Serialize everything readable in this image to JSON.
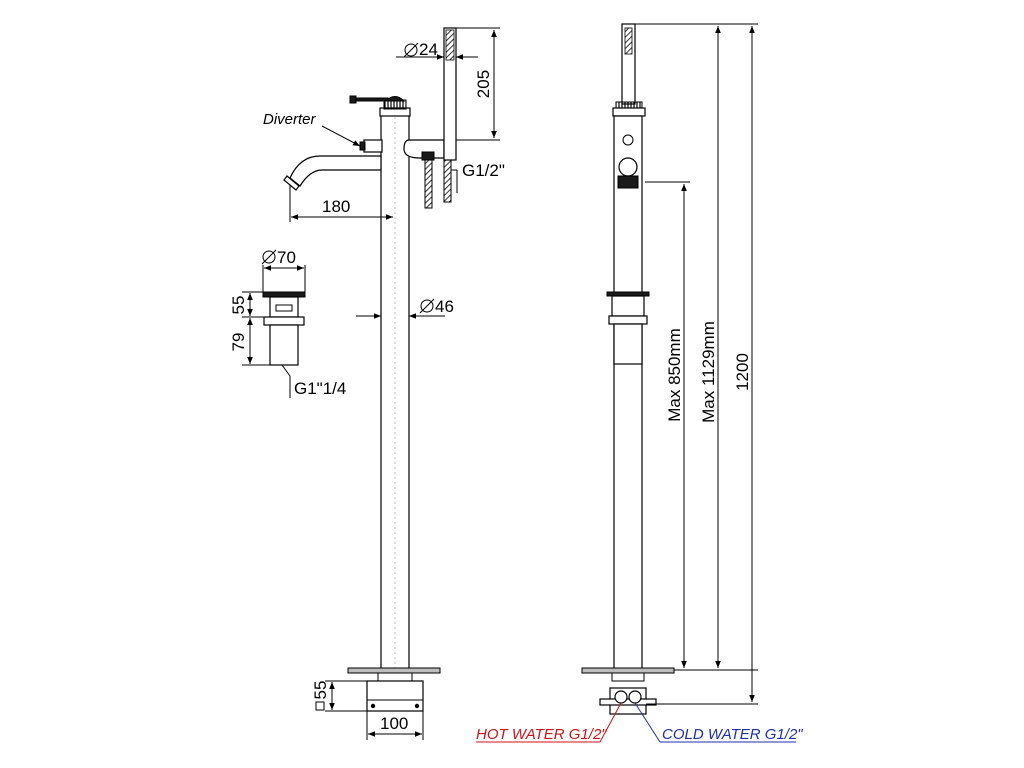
{
  "labels": {
    "diverter": "Diverter",
    "g12_hose": "G1/2\"",
    "g1_14": "G1\"1/4",
    "hot_water": "HOT WATER G1/2\"",
    "cold_water": "COLD WATER G1/2\""
  },
  "dimensions": {
    "d24": "24",
    "h205": "205",
    "w180": "180",
    "d70": "70",
    "h55_waste": "55",
    "h79": "79",
    "d46": "46",
    "sq55": "55",
    "w100": "100",
    "max850": "Max 850mm",
    "max1129": "Max 1129mm",
    "h1200": "1200"
  },
  "colors": {
    "hot": "#d0121b",
    "cold": "#1f2fb0",
    "line": "#000000"
  }
}
